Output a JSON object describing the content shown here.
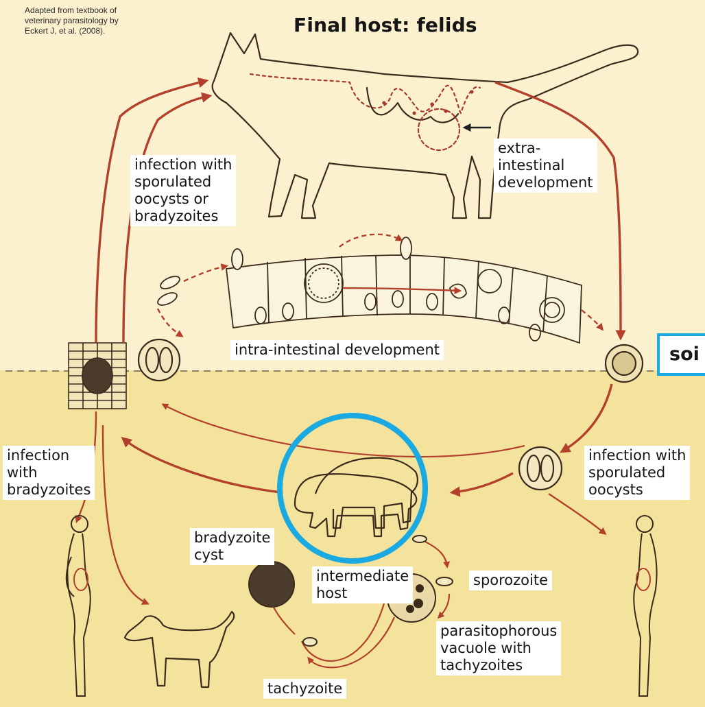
{
  "credit": "Adapted from textbook of\nveterinary parasitology by\nEckert J, et al. (2008).",
  "title": "Final host: felids",
  "labels": {
    "extra_intestinal": "extra-\nintestinal\ndevelopment",
    "infection_sporulated_or_bradyzoites": "infection with\nsporulated\noocysts or\nbradyzoites",
    "intra_intestinal": "intra-intestinal development",
    "infection_bradyzoites": "infection\nwith\nbradyzoites",
    "infection_sporulated": "infection with\nsporulated\noocysts",
    "bradyzoite_cyst": "bradyzoite\ncyst",
    "intermediate_host": "intermediate\nhost",
    "sporozoite": "sporozoite",
    "parasitophorous": "parasitophorous\nvacuole with\ntachyzoites",
    "tachyzoite": "tachyzoite"
  },
  "soil_label": "soi",
  "colors": {
    "upper_bg": "#fbf1cf",
    "lower_bg": "#f4e39c",
    "arrow": "#b3402b",
    "outline": "#3b2a1c",
    "highlight": "#1aa9e0"
  }
}
